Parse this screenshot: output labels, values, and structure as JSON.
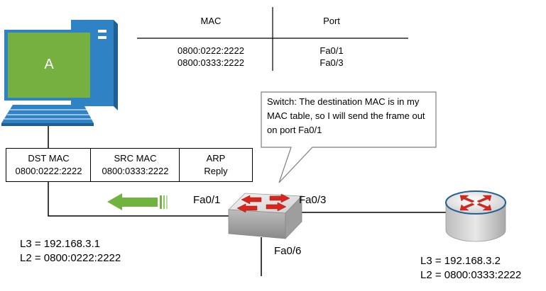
{
  "mac_table": {
    "headers": {
      "mac": "MAC",
      "port": "Port"
    },
    "rows": [
      {
        "mac": "0800:0222:2222",
        "port": "Fa0/1"
      },
      {
        "mac": "0800:0333:2222",
        "port": "Fa0/3"
      }
    ]
  },
  "host_a": {
    "label": "A",
    "l3": "L3 = 192.168.3.1",
    "l2": "L2 = 0800:0222:2222"
  },
  "frame": {
    "dst_header": "DST MAC",
    "dst_value": "0800:0222:2222",
    "src_header": "SRC MAC",
    "src_value": "0800:0333:2222",
    "type_header": "ARP",
    "type_value": "Reply"
  },
  "callout": {
    "text": "Switch: The destination MAC is in my MAC table, so I will send the frame out on port Fa0/1"
  },
  "switch": {
    "port_left": "Fa0/1",
    "port_right": "Fa0/3",
    "port_bottom": "Fa0/6"
  },
  "router": {
    "l3": "L3 = 192.168.3.2",
    "l2": "L2 = 0800:0333:2222"
  },
  "colors": {
    "pc_screen": "#76b041",
    "pc_body": "#2f82c4",
    "arrow": "#6fb43f",
    "device_red": "#d9261c"
  }
}
